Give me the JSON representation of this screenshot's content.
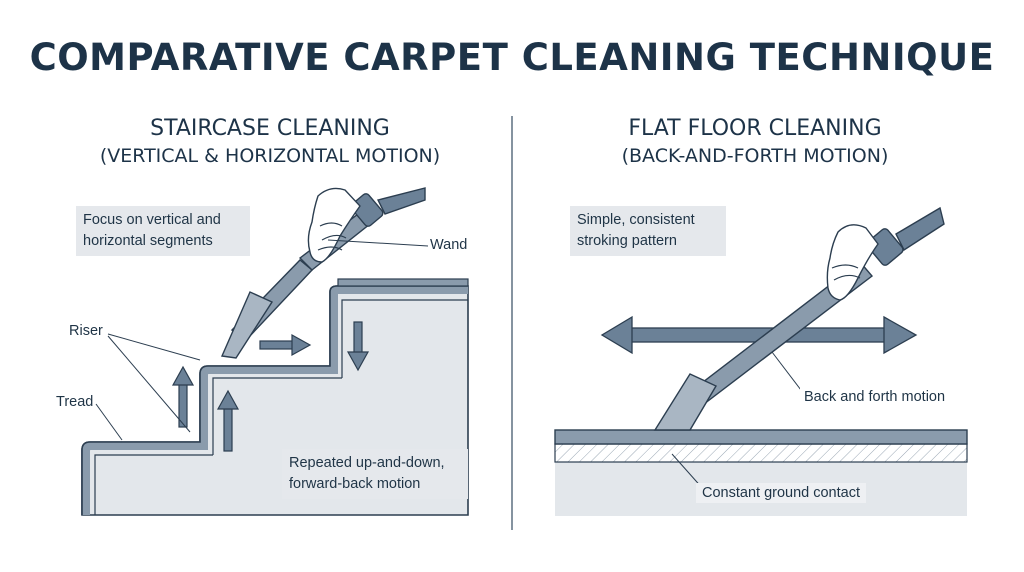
{
  "title": "COMPARATIVE CARPET CLEANING TECHNIQUE",
  "left_panel": {
    "heading": "STAIRCASE CLEANING",
    "subheading": "(VERTICAL & HORIZONTAL MOTION)",
    "note_top_line1": "Focus on vertical and",
    "note_top_line2": "horizontal segments",
    "note_bottom_line1": "Repeated up-and-down,",
    "note_bottom_line2": "forward-back motion",
    "labels": {
      "wand": "Wand",
      "riser": "Riser",
      "tread": "Tread"
    }
  },
  "right_panel": {
    "heading": "FLAT FLOOR CLEANING",
    "subheading": "(BACK-AND-FORTH MOTION)",
    "note_top_line1": "Simple, consistent",
    "note_top_line2": "stroking pattern",
    "labels": {
      "motion": "Back and forth motion",
      "contact": "Constant ground contact"
    }
  },
  "colors": {
    "ink": "#2c3e50",
    "steel": "#6b8197",
    "carpet": "#8a9bac",
    "step_fill": "#e3e7eb",
    "note_bg": "#e5e8ec"
  }
}
